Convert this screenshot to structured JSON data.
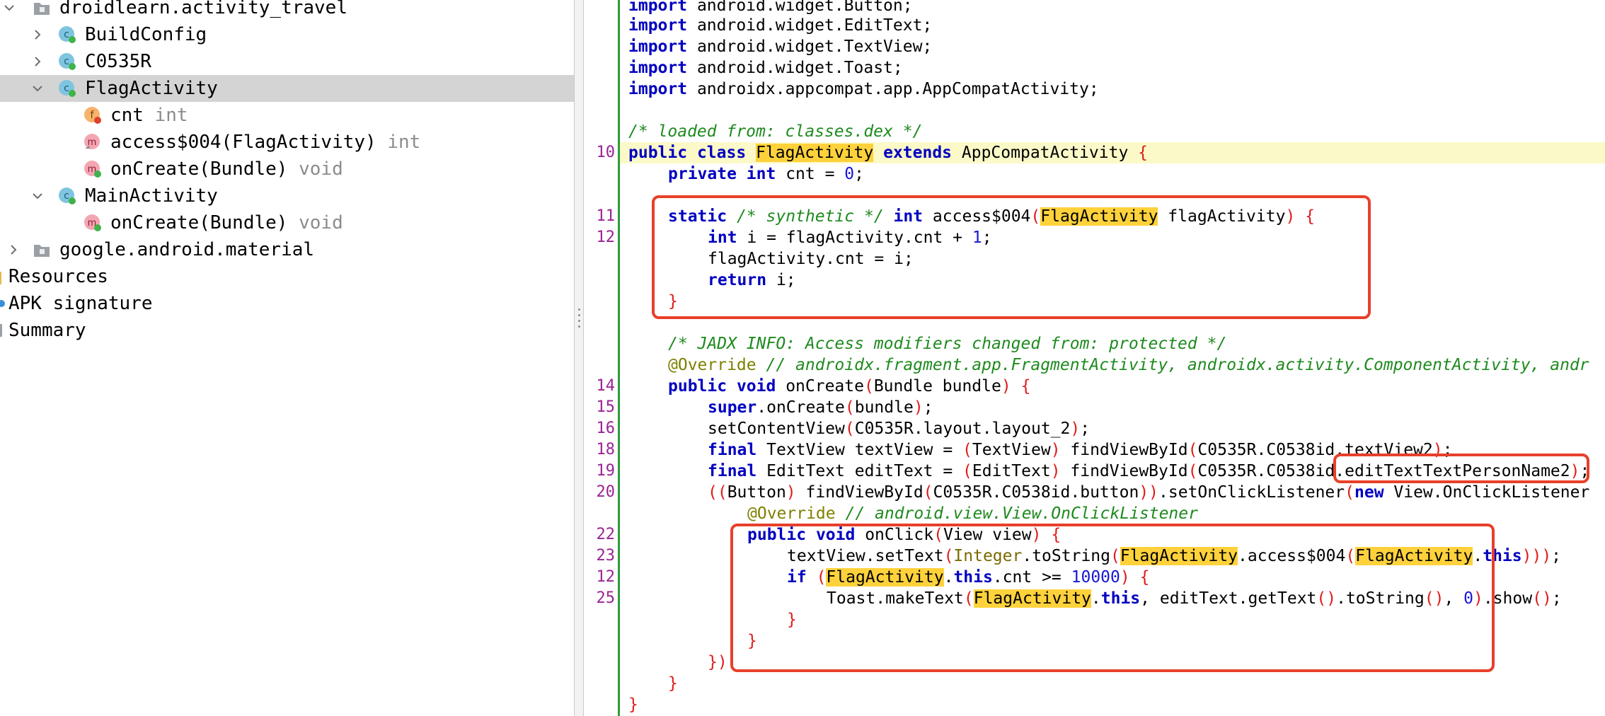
{
  "tree": {
    "items": [
      {
        "label": "droidlearn.activity_travel",
        "type": "",
        "icon": "package-icon",
        "expand": "expanded"
      },
      {
        "label": "BuildConfig",
        "type": "",
        "icon": "class-icon",
        "expand": "collapsed"
      },
      {
        "label": "C0535R",
        "type": "",
        "icon": "class-icon",
        "expand": "collapsed"
      },
      {
        "label": "FlagActivity",
        "type": "",
        "icon": "class-icon",
        "expand": "expanded"
      },
      {
        "label": "cnt",
        "type": "int",
        "icon": "field-icon",
        "expand": "none"
      },
      {
        "label": "access$004(FlagActivity)",
        "type": "int",
        "icon": "method-icon",
        "expand": "none"
      },
      {
        "label": "onCreate(Bundle)",
        "type": "void",
        "icon": "method-icon",
        "expand": "none"
      },
      {
        "label": "MainActivity",
        "type": "",
        "icon": "class-icon",
        "expand": "expanded"
      },
      {
        "label": "onCreate(Bundle)",
        "type": "void",
        "icon": "method-icon",
        "expand": "none"
      },
      {
        "label": "google.android.material",
        "type": "",
        "icon": "package-icon",
        "expand": "collapsed"
      },
      {
        "label": "Resources",
        "type": "",
        "icon": "folder-icon",
        "expand": "none"
      },
      {
        "label": "APK signature",
        "type": "",
        "icon": "signature-icon",
        "expand": "none"
      },
      {
        "label": "Summary",
        "type": "",
        "icon": "summary-icon",
        "expand": "none"
      }
    ]
  },
  "colors": {
    "selection": "#d4d4d4",
    "keyword": "#0000c0",
    "comment": "#1e8a1e",
    "highlight": "#ffd23c",
    "annotation_box": "#e8402a",
    "gutter_line": "#2a9d3a",
    "line_number": "#9b2393"
  },
  "code": {
    "line_numbers": [
      "10",
      "11",
      "12",
      "14",
      "15",
      "16",
      "18",
      "19",
      "20",
      "22",
      "23",
      "12",
      "25"
    ],
    "l0_kw": "import",
    "l0_rest": " android.widget.Button;",
    "l1_kw": "import",
    "l1_rest": " android.widget.EditText;",
    "l2_kw": "import",
    "l2_rest": " android.widget.TextView;",
    "l3_kw": "import",
    "l3_rest": " android.widget.Toast;",
    "l4_kw": "import",
    "l4_rest": " androidx.appcompat.app.AppCompatActivity;",
    "l6_comment": "/* loaded from: classes.dex */",
    "l7_kw1": "public",
    "l7_kw2": "class",
    "l7_cls": "FlagActivity",
    "l7_kw3": "extends",
    "l7_sup": "AppCompatActivity",
    "l8_kw1": "private",
    "l8_kw2": "int",
    "l8_name": " cnt = ",
    "l8_num": "0",
    "l8_end": ";",
    "l10_kw": "static",
    "l10_cm": "/* synthetic */",
    "l10_kw2": "int",
    "l10_name": " access$004",
    "l10_cls": "FlagActivity",
    "l10_param": " flagActivity",
    "l11_kw": "int",
    "l11_rest": " i = flagActivity.cnt + ",
    "l11_num": "1",
    "l11_end": ";",
    "l12_text": "flagActivity.cnt = i;",
    "l13_kw": "return",
    "l13_rest": " i;",
    "l16_comment": "/* JADX INFO: Access modifiers changed from: protected */",
    "l17_an": "@Override",
    "l17_cm": " // androidx.fragment.app.FragmentActivity, androidx.activity.ComponentActivity, andr",
    "l18_kw1": "public",
    "l18_kw2": "void",
    "l18_name": " onCreate",
    "l18_param": "Bundle bundle",
    "l19_kw": "super",
    "l19_rest": ".onCreate",
    "l19_arg": "bundle",
    "l20_name": "setContentView",
    "l20_arg": "C0535R.layout.layout_2",
    "l21_kw": "final",
    "l21_rest": " TextView textView = ",
    "l21_cast": "TextView",
    "l21_call": " findViewById",
    "l21_arg": "C0535R.C0538id.textView2",
    "l22_kw": "final",
    "l22_rest": " EditText editText = ",
    "l22_cast": "EditText",
    "l22_call": " findViewById",
    "l22_arg": "C0535R.C0538id.editTextTextPersonName2",
    "l23_a": "Button",
    "l23_b": " findViewById",
    "l23_arg": "C0535R.C0538id.button",
    "l23_c": ".setOnClickListener",
    "l23_kw": "new",
    "l23_d": " View.OnClickListener",
    "l24_an": "@Override",
    "l24_cm": " // android.view.View.OnClickListener",
    "l25_kw1": "public",
    "l25_kw2": "void",
    "l25_name": " onClick",
    "l25_param": "View view",
    "l26_a": "textView.setText",
    "l26_int": "Integer",
    "l26_b": ".toString",
    "l26_cls1": "FlagActivity",
    "l26_c": ".access$004",
    "l26_cls2": "FlagActivity",
    "l26_this": "this",
    "l27_kw": "if",
    "l27_cls": "FlagActivity",
    "l27_this": "this",
    "l27_rest": ".cnt >= ",
    "l27_num": "10000",
    "l28_a": "Toast.makeText",
    "l28_cls": "FlagActivity",
    "l28_this": "this",
    "l28_b": ", editText.getText",
    "l28_c": ".toString",
    "l28_num": "0",
    "l28_d": ".show"
  }
}
